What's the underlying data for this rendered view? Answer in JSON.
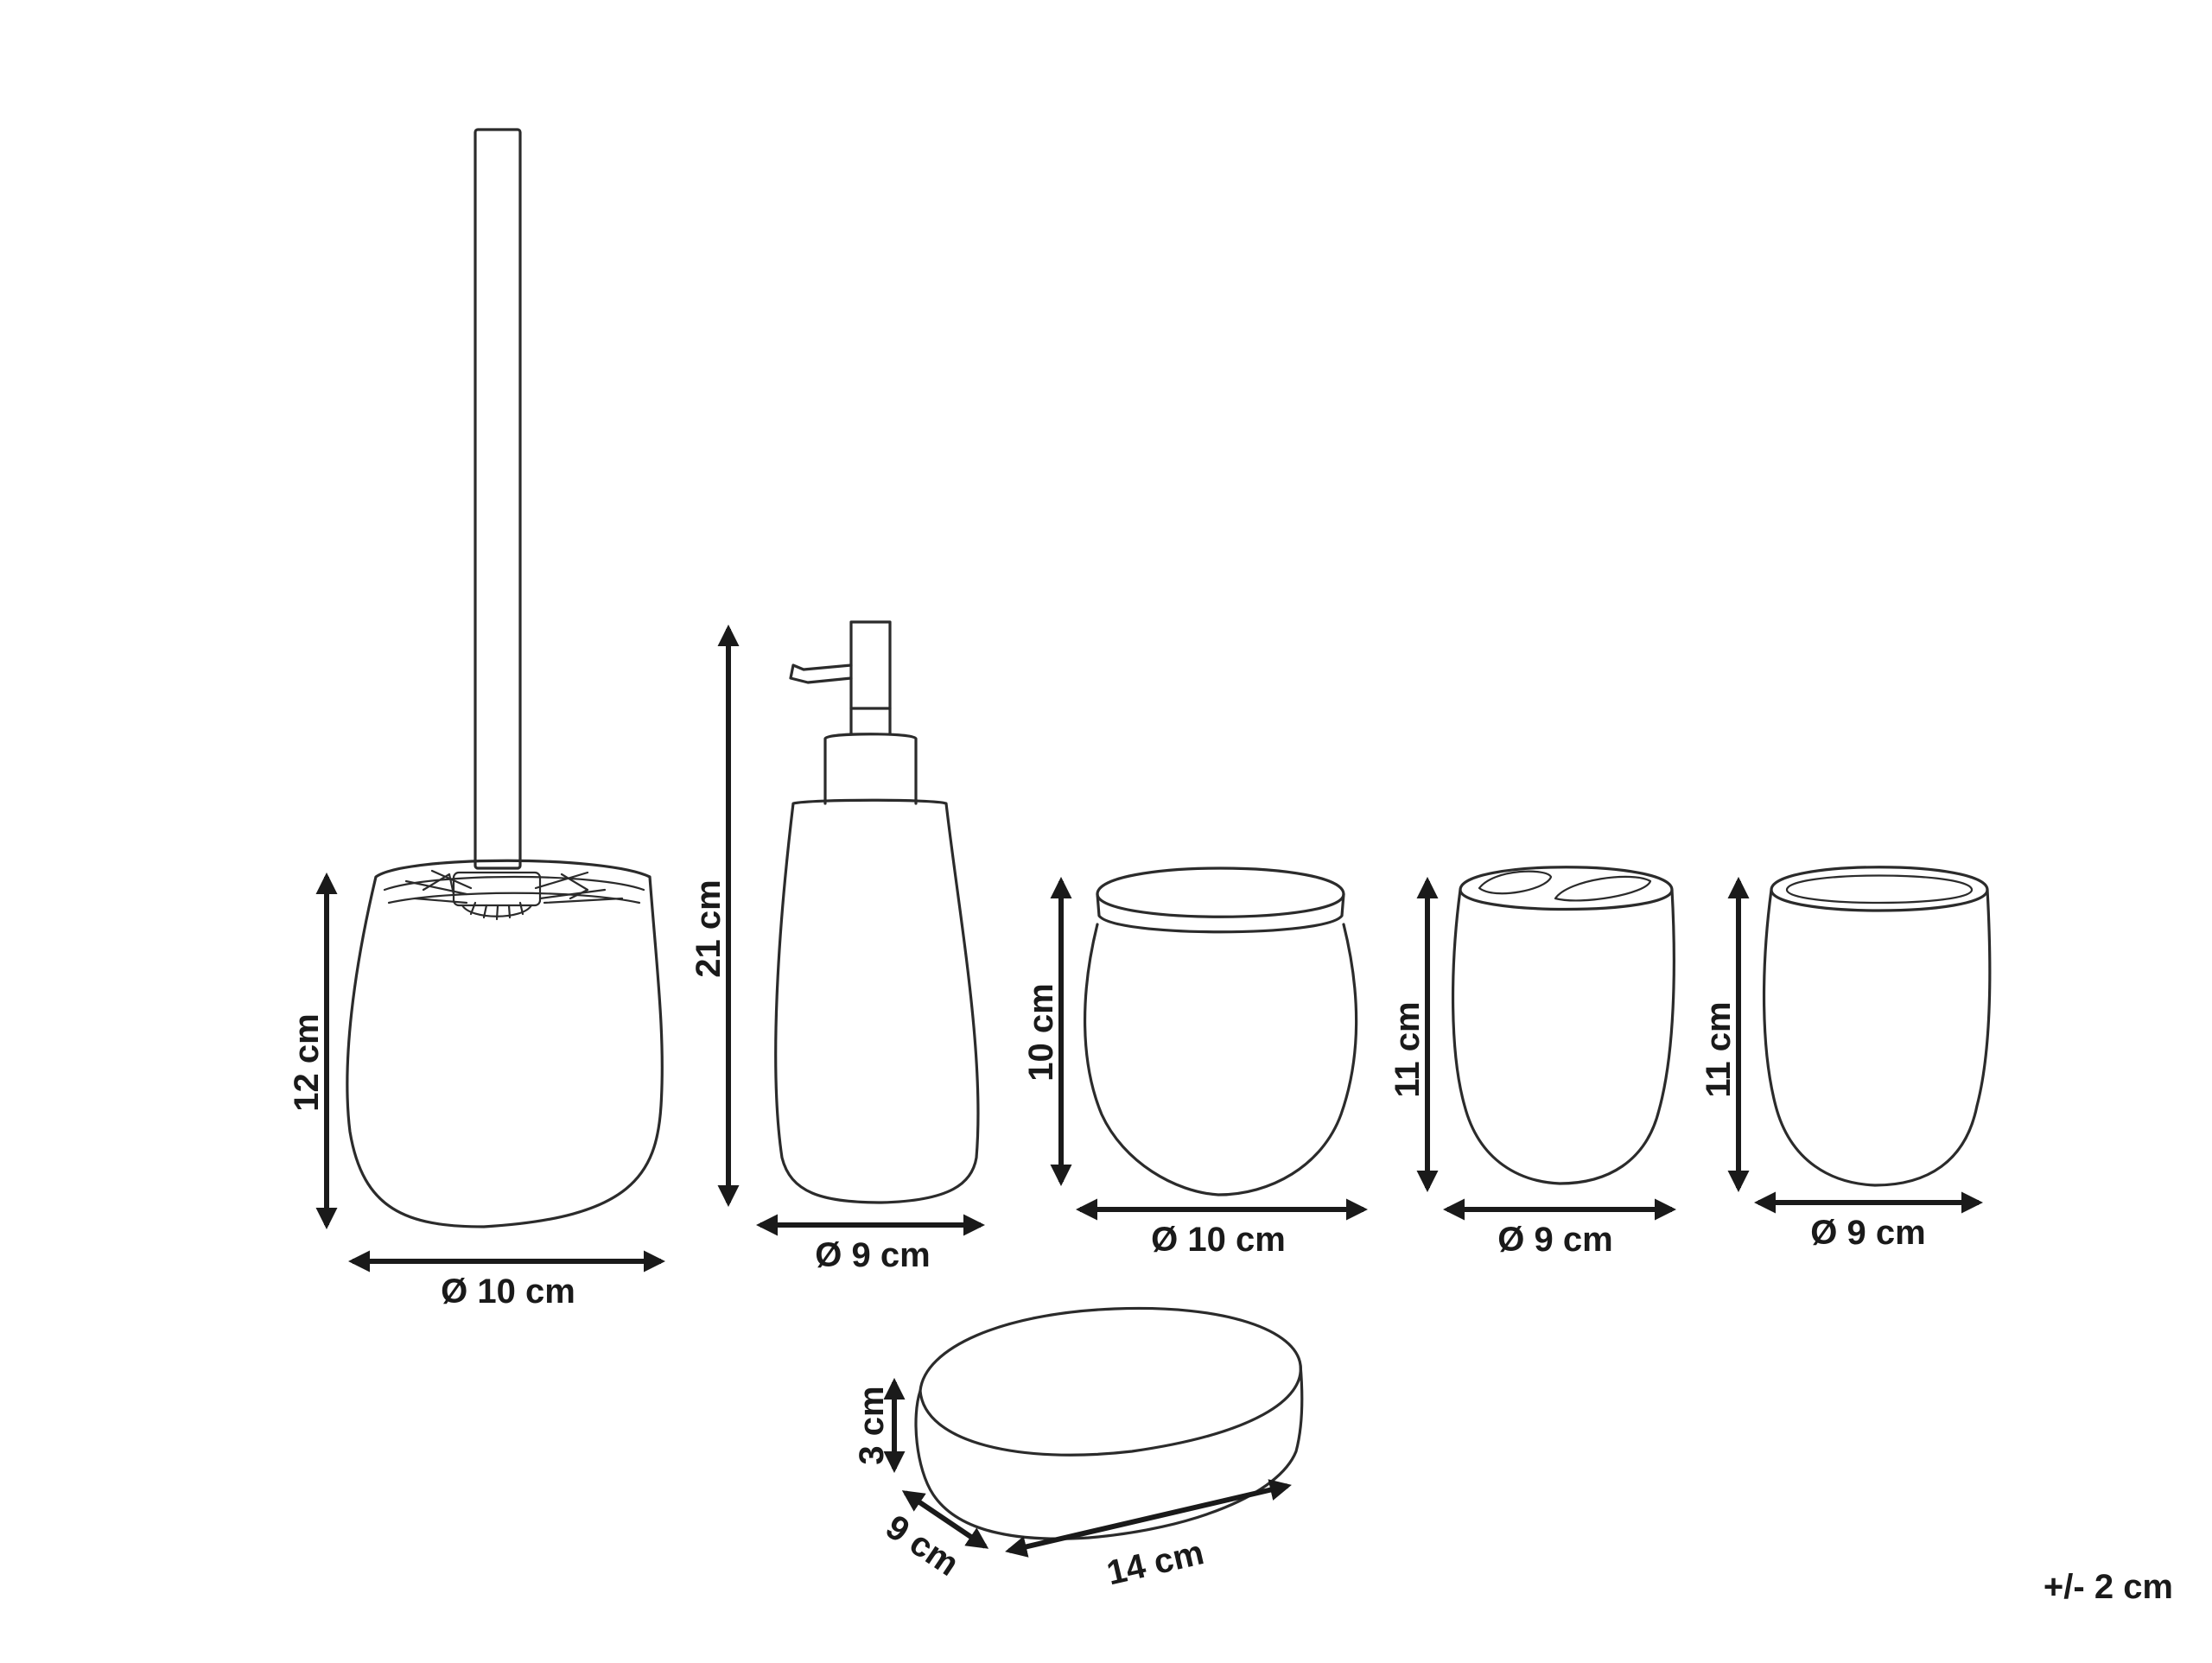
{
  "products": {
    "toilet_brush": {
      "height": "12 cm",
      "diameter": "Ø 10 cm"
    },
    "soap_dispenser": {
      "height": "21 cm",
      "diameter": "Ø 9 cm"
    },
    "jar": {
      "height": "10 cm",
      "diameter": "Ø 10 cm"
    },
    "toothbrush_holder": {
      "height": "11 cm",
      "diameter": "Ø 9 cm"
    },
    "cup": {
      "height": "11 cm",
      "diameter": "Ø 9 cm"
    },
    "soap_dish": {
      "height": "3 cm",
      "width": "9 cm",
      "length": "14 cm"
    }
  },
  "tolerance": "+/- 2 cm"
}
